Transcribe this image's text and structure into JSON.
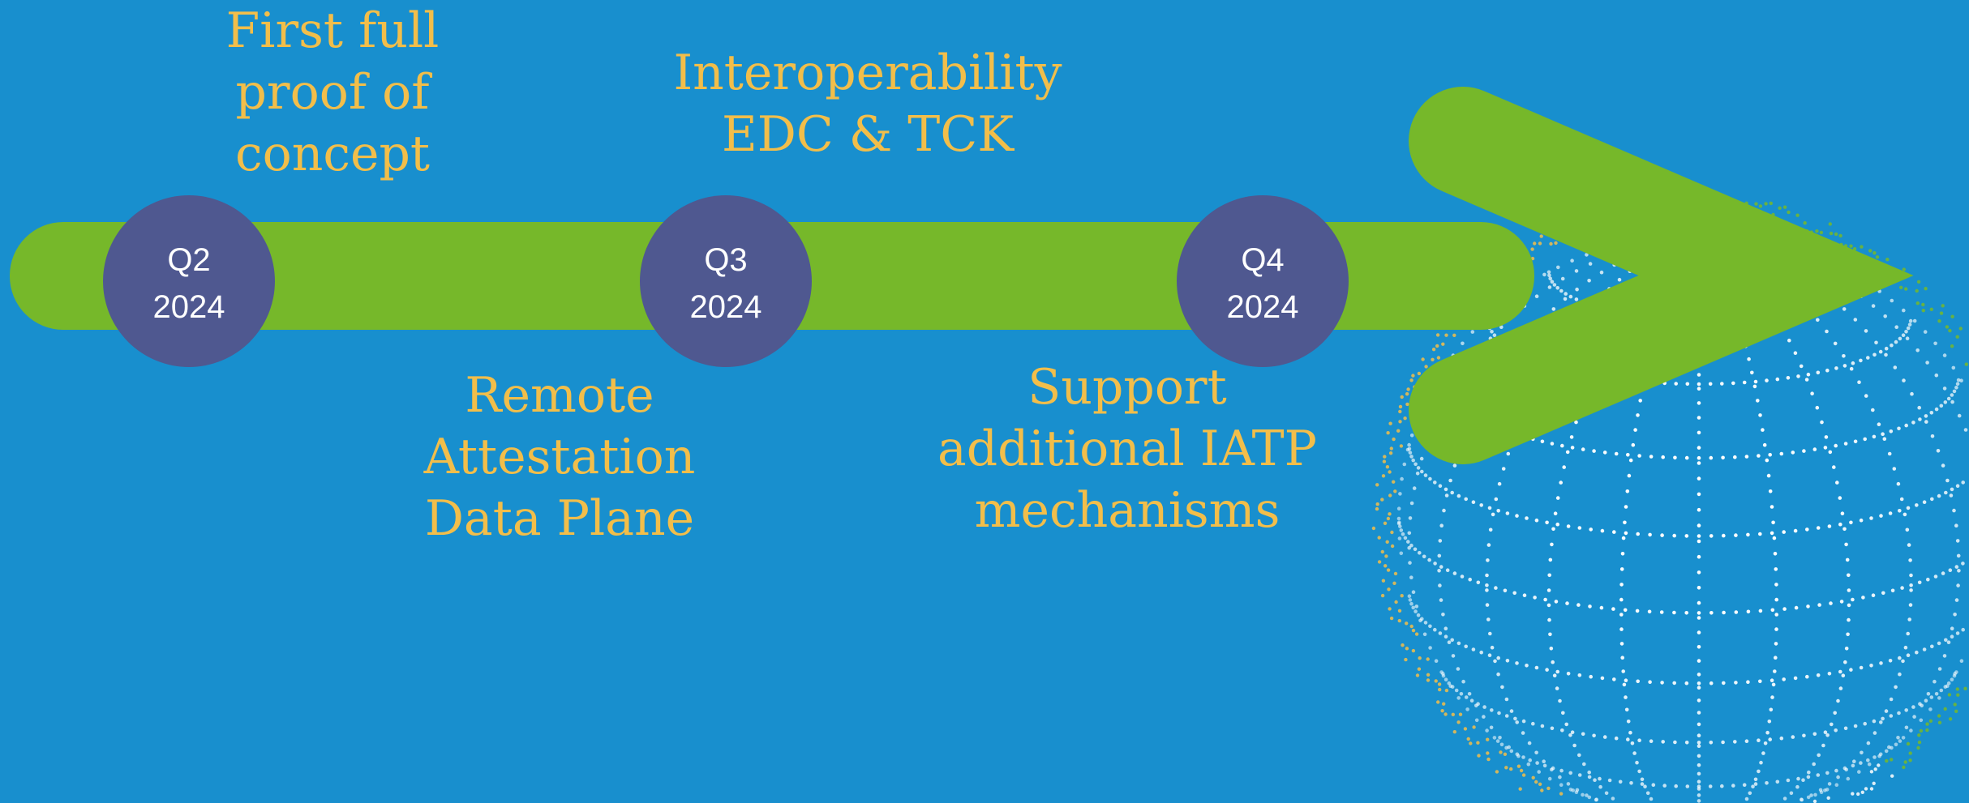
{
  "colors": {
    "background": "#188FCE",
    "arrow": "#76B82A",
    "milestone_circle": "#4F5890",
    "milestone_text": "#FFFFFF",
    "label_text": "#F2BE4A",
    "globe_dots": "#FFFFFF",
    "globe_accent_yellow": "#F2BE4A",
    "globe_accent_green": "#76B82A"
  },
  "milestones": [
    {
      "quarter": "Q2",
      "year": "2024"
    },
    {
      "quarter": "Q3",
      "year": "2024"
    },
    {
      "quarter": "Q4",
      "year": "2024"
    }
  ],
  "labels": {
    "q2": "First full\nproof of\nconcept",
    "q3_top": "Interoperability\nEDC & TCK",
    "q3_bottom": "Remote\nAttestation\nData Plane",
    "q4_bottom": "Support\nadditional IATP\nmechanisms"
  }
}
